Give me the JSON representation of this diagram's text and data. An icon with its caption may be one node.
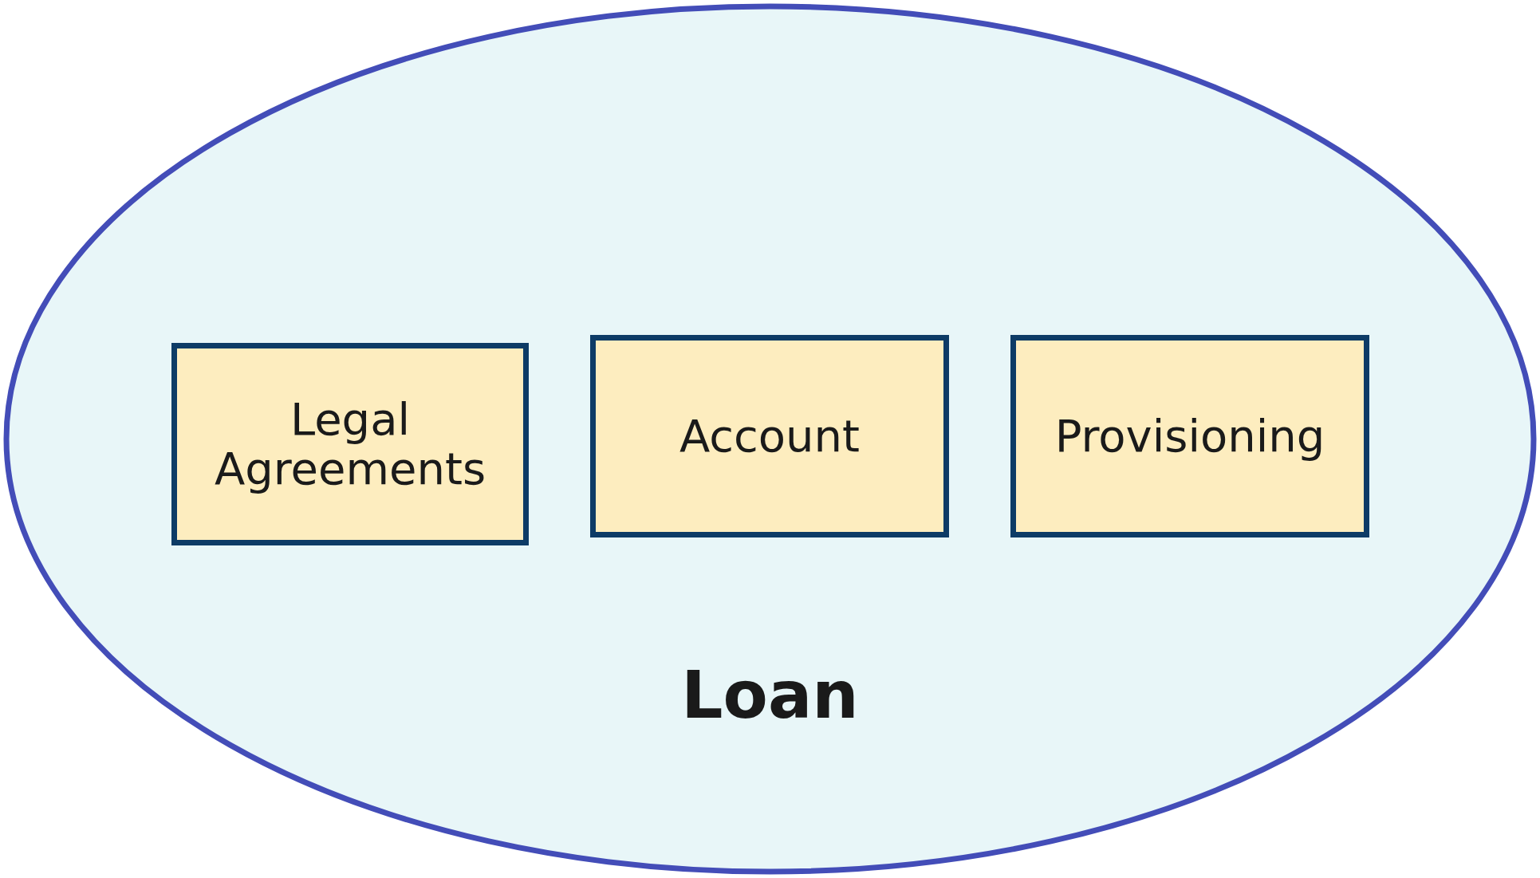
{
  "diagram": {
    "nodes": [
      {
        "text": [
          "Loan"
        ]
      },
      {
        "text": [
          "Legal Agreements"
        ],
        "in": 0
      },
      {
        "text": [
          "Account"
        ],
        "in": 0
      },
      {
        "text": [
          "Provisioning"
        ],
        "in": 0
      }
    ]
  }
}
